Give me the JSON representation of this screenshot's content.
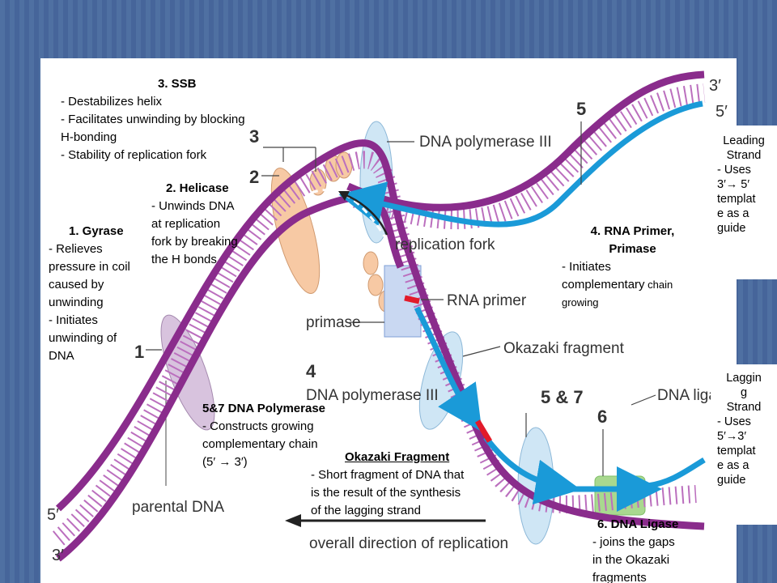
{
  "strand_ends": {
    "top_right_3": "3′",
    "top_right_5": "5′",
    "bottom_left_5": "5′",
    "bottom_left_3": "3′"
  },
  "figure_labels": {
    "dna_pol3_top": "DNA polymerase III",
    "replication_fork": "replication fork",
    "rna_primer": "RNA primer",
    "primase": "primase",
    "okazaki_fragment": "Okazaki fragment",
    "dna_pol3_bottom": "DNA polymerase III",
    "dna_ligase": "DNA ligas",
    "parental_dna": "parental DNA",
    "overall_direction": "overall direction of replication"
  },
  "figure_numbers": {
    "n1": "1",
    "n2": "2",
    "n3": "3",
    "n4": "4",
    "n5": "5",
    "n57": "5 & 7",
    "n6": "6"
  },
  "annotations": {
    "ssb": {
      "title": "3. SSB",
      "lines": [
        "- Destabilizes helix",
        "- Facilitates unwinding by blocking",
        "H-bonding",
        "- Stability of replication fork"
      ]
    },
    "helicase": {
      "title": "2. Helicase",
      "lines": [
        "- Unwinds DNA",
        "at replication",
        "fork by breaking",
        "the H bonds"
      ]
    },
    "gyrase": {
      "title": "1. Gyrase",
      "lines": [
        "- Relieves",
        "pressure in coil",
        "caused by",
        "unwinding",
        "- Initiates",
        "unwinding of",
        "DNA"
      ]
    },
    "primer": {
      "title_1": "4. RNA Primer,",
      "title_2": "Primase",
      "line_1": "- Initiates",
      "line_2": "complementary",
      "line_2b": " chain",
      "line_3": "growing"
    },
    "polymerase": {
      "title": "5&7 DNA Polymerase",
      "lines": [
        "- Constructs growing",
        "complementary chain",
        "(5′  →  3′)"
      ]
    },
    "okazaki": {
      "title": "Okazaki Fragment",
      "lines": [
        "- Short fragment of DNA that",
        "is the result of the synthesis",
        "of the lagging strand"
      ]
    },
    "ligase": {
      "title": "6. DNA Ligase",
      "lines": [
        "- joins the gaps",
        "in the Okazaki",
        "fragments"
      ]
    }
  },
  "side_boxes": {
    "leading": [
      "Leading",
      "Strand",
      "- Uses",
      "3′→ 5′",
      "templat",
      "e as a",
      "guide"
    ],
    "lagging": [
      "Laggin",
      "g",
      "Strand",
      "- Uses",
      "5′→3′",
      "templat",
      "e as a",
      "guide"
    ]
  },
  "colors": {
    "purple": "#8a2c8c",
    "blue": "#1a9ad8",
    "red": "#e21b2a",
    "orange": "#f7c9a4",
    "pol_blue": "#cfe6f5",
    "gyrase": "#d8c3de",
    "ligase": "#a9d88f"
  }
}
